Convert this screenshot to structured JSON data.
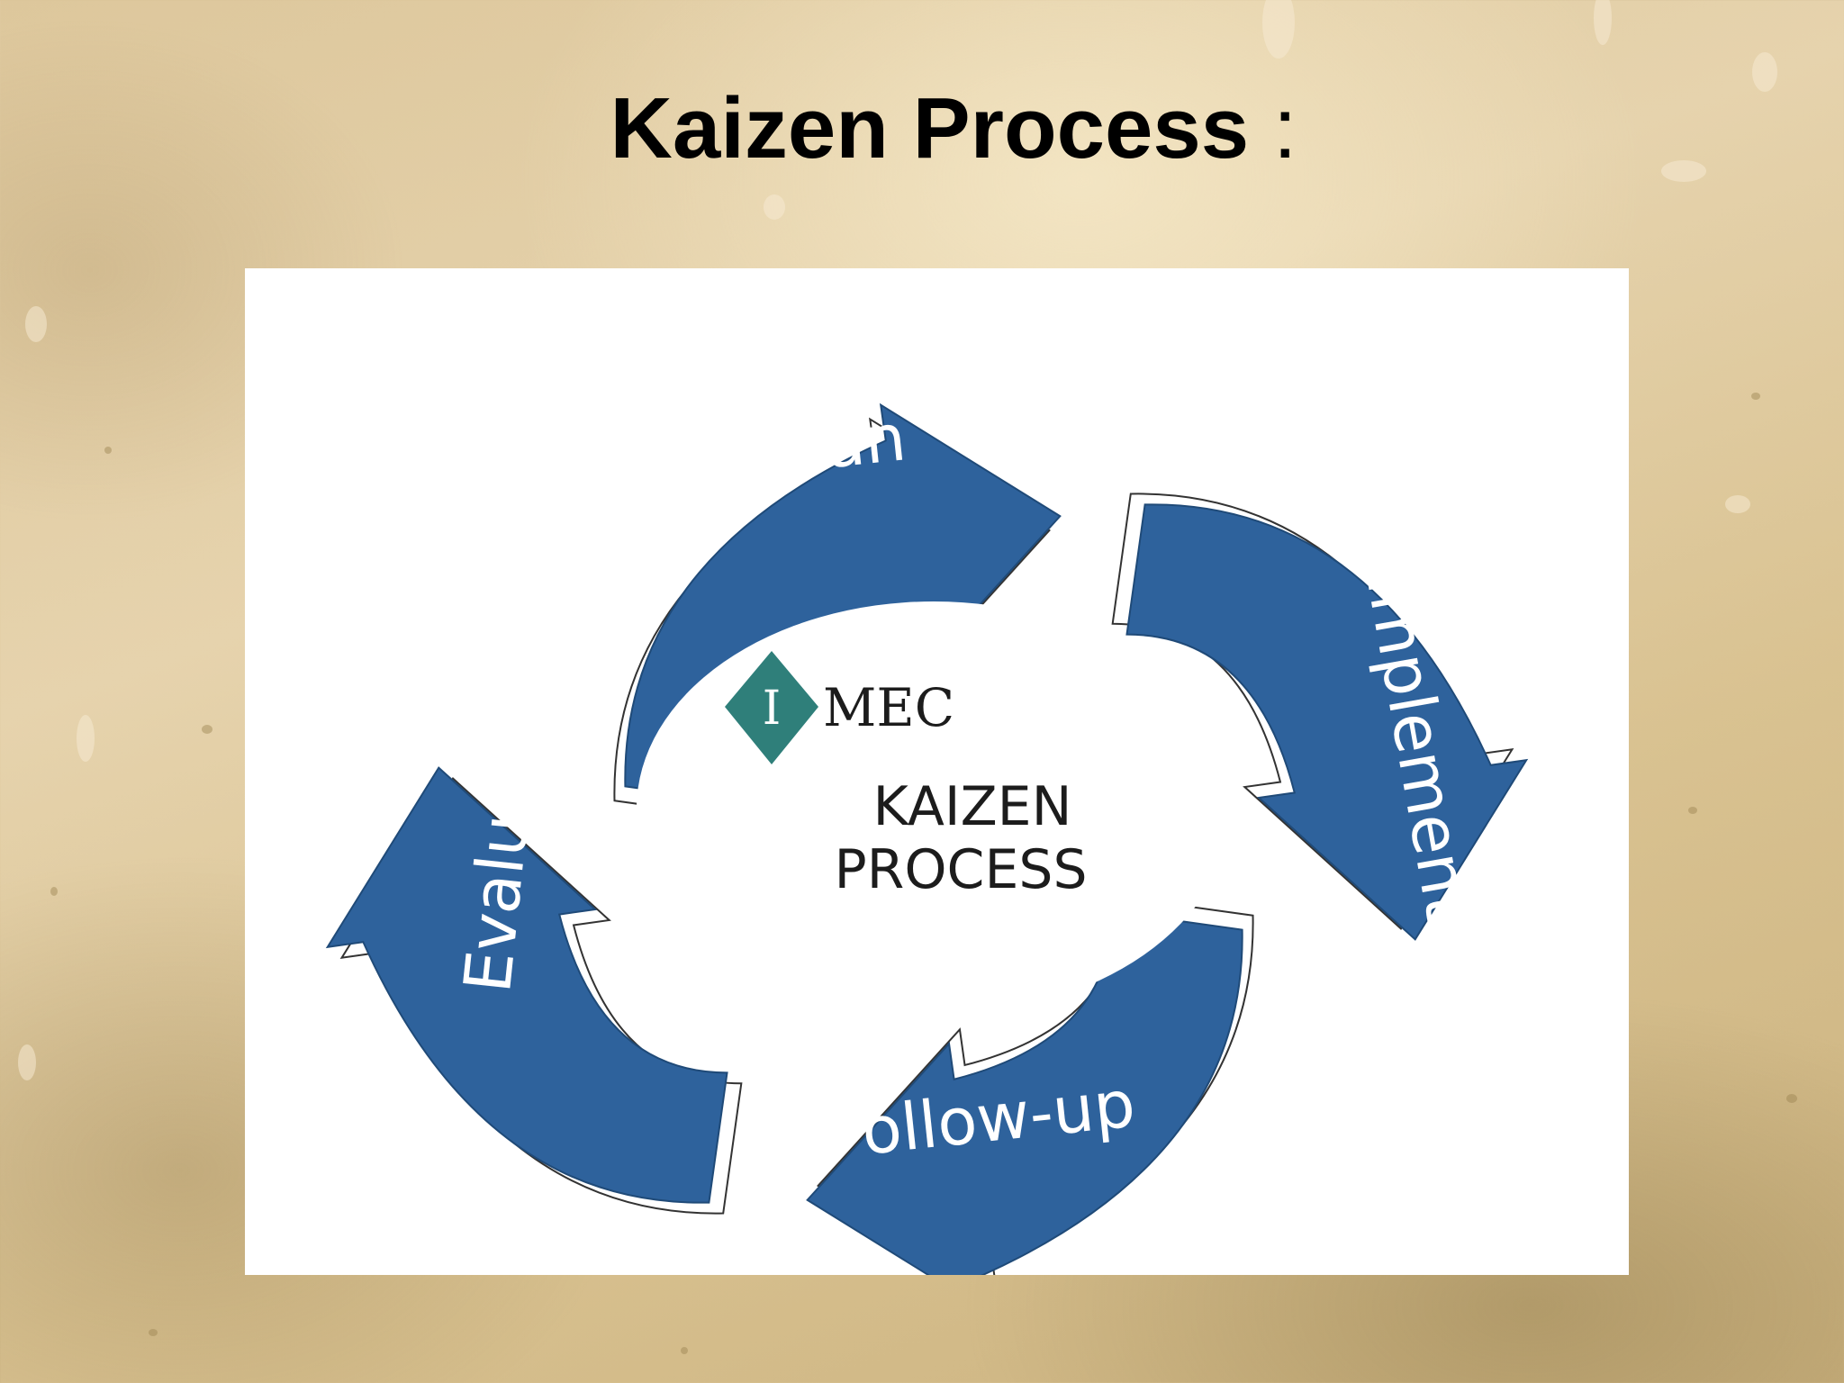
{
  "slide": {
    "title": "Kaizen Process",
    "title_suffix": ":"
  },
  "diagram": {
    "stages": [
      "Plan",
      "Implement",
      "Follow-up",
      "Evaluate"
    ],
    "center": {
      "logo_letter": "I",
      "logo_text": "MEC",
      "line1": "KAIZEN",
      "line2": "PROCESS"
    },
    "colors": {
      "arrow_fill": "#2e629c",
      "arrow_shadow": "#ffffff",
      "panel": "#ffffff",
      "logo_diamond": "#2f7f7a"
    }
  }
}
